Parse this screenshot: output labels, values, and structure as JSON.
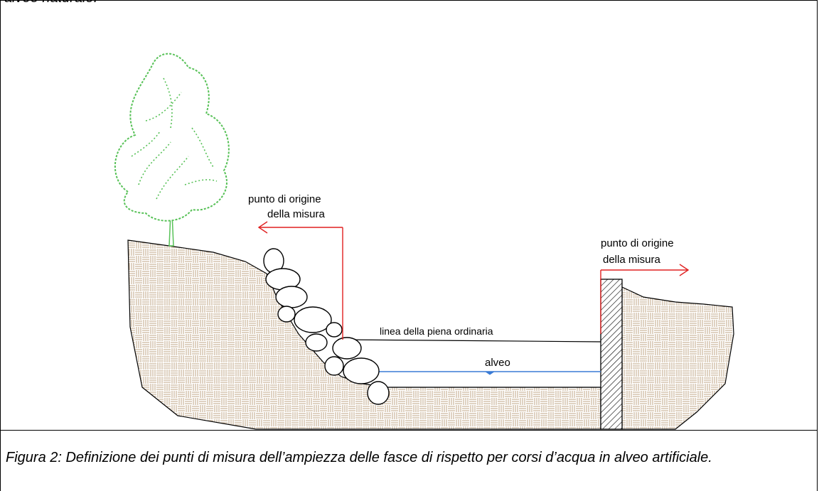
{
  "header": {
    "caption_fragment": "alveo naturale."
  },
  "diagram": {
    "label_origin_left_line1": "punto di origine",
    "label_origin_left_line2": "della misura",
    "label_origin_right_line1": "punto di origine",
    "label_origin_right_line2": "della misura",
    "label_flood_line": "linea della piena ordinaria",
    "label_riverbed": "alveo",
    "colors": {
      "soil_pattern": "#b89a78",
      "tree": "#57c157",
      "arrow": "#e02020",
      "water": "#3a7bd5",
      "outline": "#000000"
    },
    "icons": [
      "tree-icon",
      "rock-riprap",
      "retaining-wall"
    ]
  },
  "footer": {
    "caption": "Figura 2: Definizione dei punti di misura dell’ampiezza delle fasce di rispetto per corsi d’acqua in alveo artificiale."
  }
}
